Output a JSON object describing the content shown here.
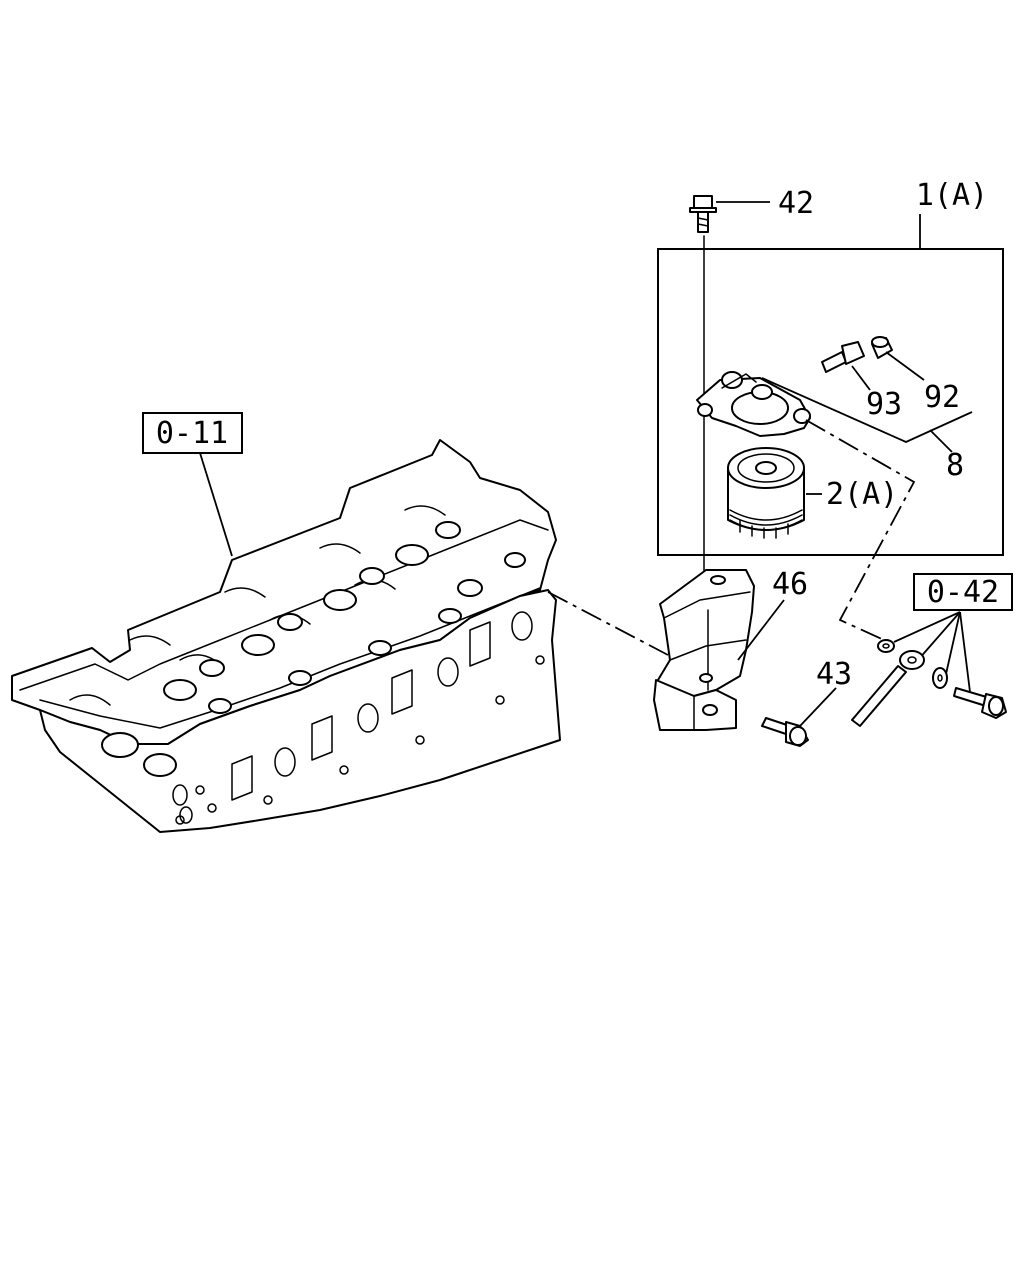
{
  "diagram": {
    "refs": {
      "cylinder_head": "0-11",
      "fasteners": "0-42"
    },
    "callouts": {
      "bolt_top": "42",
      "assembly": "1(A)",
      "plug": "92",
      "connector": "93",
      "head_part": "8",
      "filter": "2(A)",
      "bracket": "46",
      "bolt_bracket": "43"
    },
    "colors": {
      "line": "#000000",
      "background": "#ffffff"
    }
  }
}
